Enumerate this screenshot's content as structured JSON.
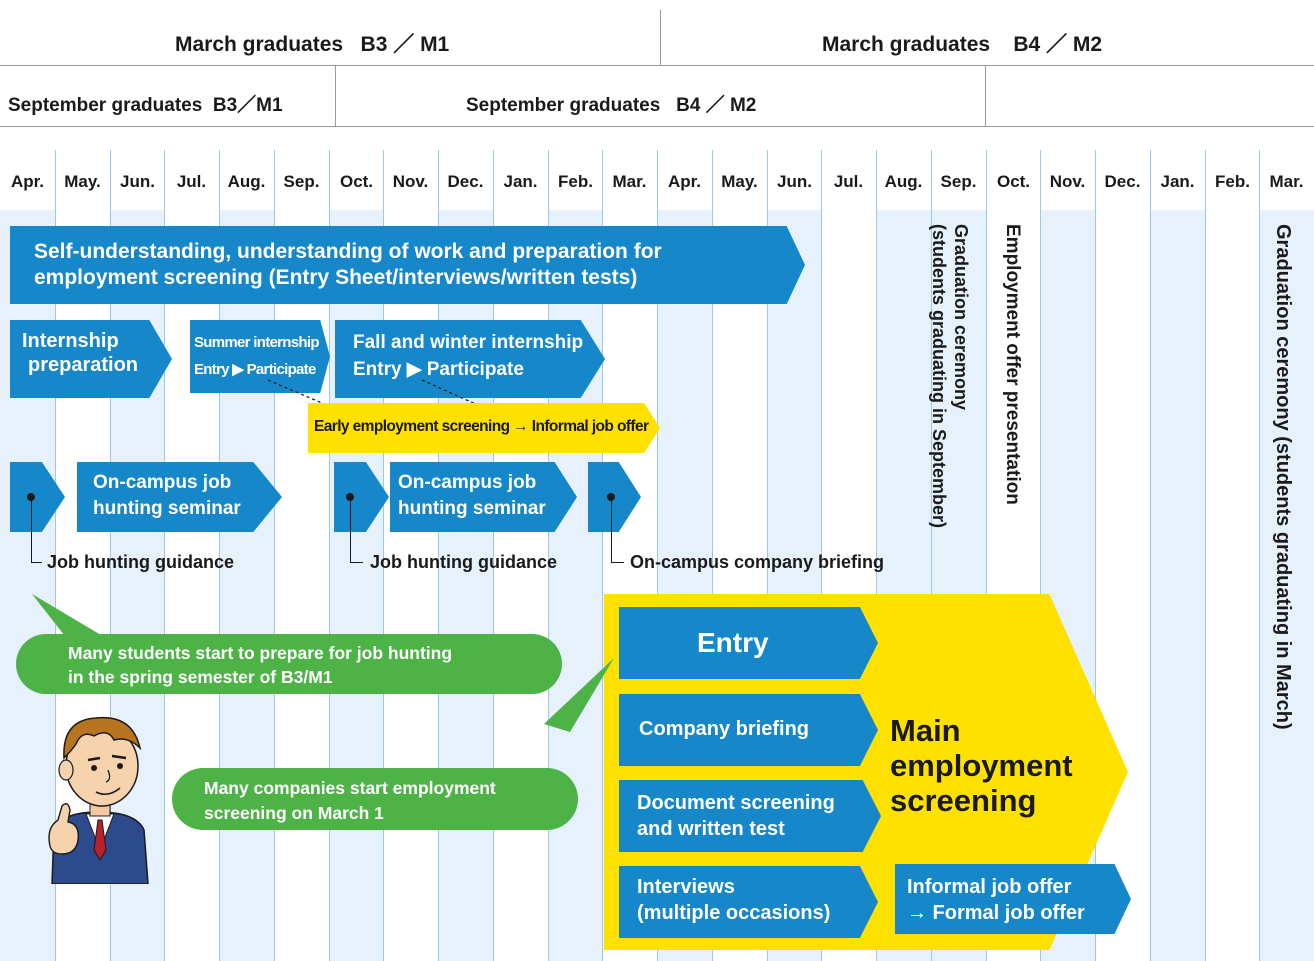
{
  "header": {
    "row1_left": "March graduates   B3 ／ M1",
    "row1_right": "March graduates    B4 ／ M2",
    "row2_left": "September graduates  B3／M1",
    "row2_mid": "September graduates   B4 ／ M2"
  },
  "months": [
    "Apr.",
    "May.",
    "Jun.",
    "Jul.",
    "Aug.",
    "Sep.",
    "Oct.",
    "Nov.",
    "Dec.",
    "Jan.",
    "Feb.",
    "Mar.",
    "Apr.",
    "May.",
    "Jun.",
    "Jul.",
    "Aug.",
    "Sep.",
    "Oct.",
    "Nov.",
    "Dec.",
    "Jan.",
    "Feb.",
    "Mar."
  ],
  "colors": {
    "blue": "#1687c9",
    "yellow": "#ffe100",
    "green": "#4db346",
    "column_shade": "#e6f1fb",
    "grid_line": "#9ec7e6"
  },
  "bars": {
    "self_understanding": {
      "line1": "Self-understanding, understanding of work and preparation for",
      "line2": "employment screening (Entry Sheet/interviews/written tests)"
    },
    "internship_prep": {
      "line1": "Internship",
      "line2": "preparation"
    },
    "summer_internship": {
      "line1": "Summer internship",
      "line2": "Entry ▶ Participate"
    },
    "fall_internship": {
      "line1": "Fall and winter internship",
      "line2": "Entry ▶ Participate"
    },
    "early_screening": "Early employment screening → Informal job offer",
    "seminar1": {
      "line1": "On-campus job",
      "line2": "hunting seminar"
    },
    "seminar2": {
      "line1": "On-campus job",
      "line2": "hunting seminar"
    }
  },
  "labels": {
    "guidance1": "Job hunting guidance",
    "guidance2": "Job hunting guidance",
    "company_briefing": "On-campus company briefing"
  },
  "vertical": {
    "grad_sep_line1": "Graduation ceremony",
    "grad_sep_line2": "(students graduating in September)",
    "offer_presentation": "Employment offer presentation",
    "grad_march": "Graduation ceremony (students graduating in March)"
  },
  "bubbles": {
    "spring": {
      "line1": "Many students start to prepare for job hunting",
      "line2": "in the spring semester of B3/M1"
    },
    "march": {
      "line1": "Many companies start employment",
      "line2": "screening on March 1"
    }
  },
  "main": {
    "title_line1": "Main",
    "title_line2": "employment",
    "title_line3": "screening",
    "entry": "Entry",
    "company_briefing": "Company briefing",
    "doc_line1": "Document screening",
    "doc_line2": "and written test",
    "int_line1": "Interviews",
    "int_line2": "(multiple occasions)",
    "offer_line1": "Informal job offer",
    "offer_line2": "→ Formal job offer"
  }
}
